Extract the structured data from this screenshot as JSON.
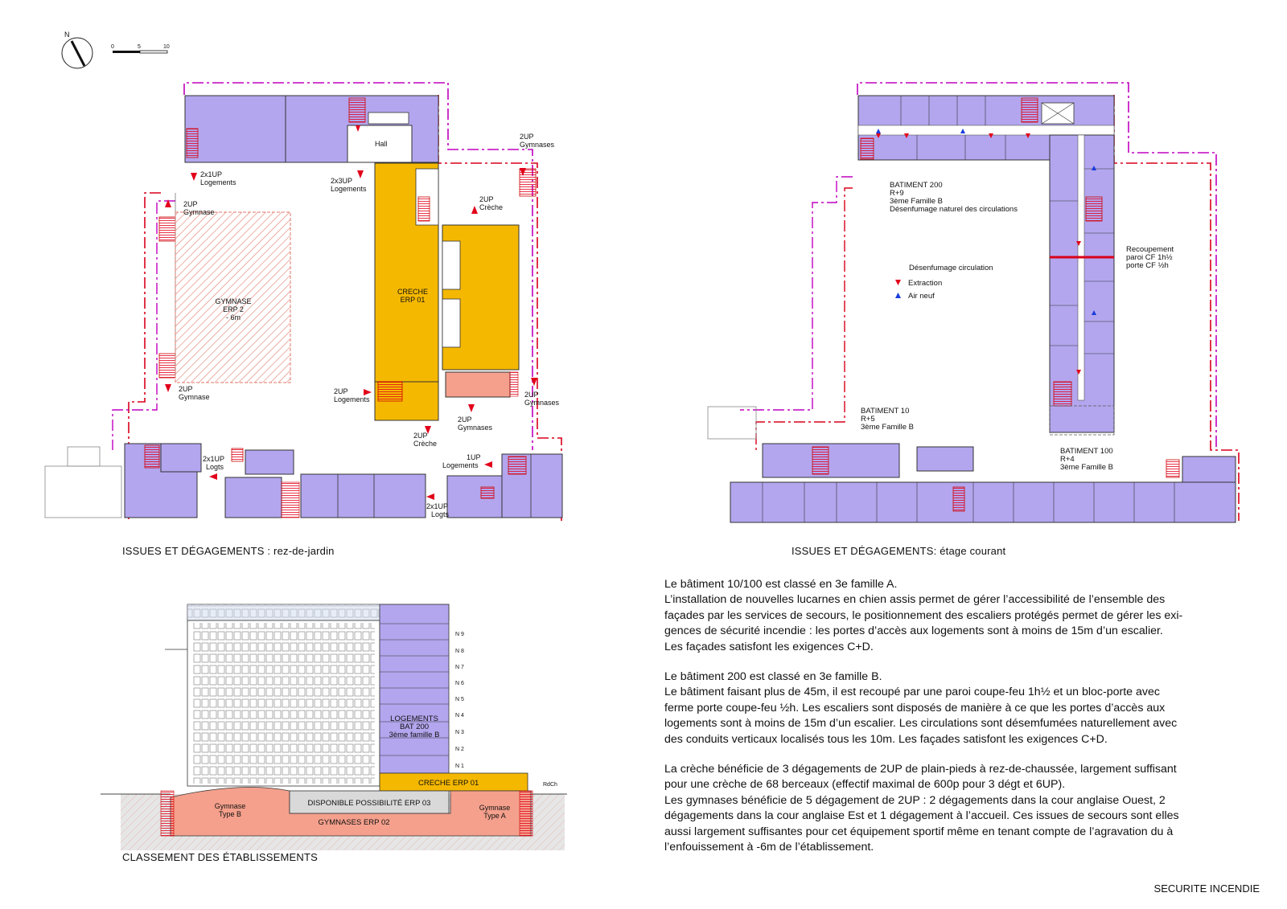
{
  "compass": {
    "north": "N"
  },
  "scale_bar": {
    "ticks": [
      "0",
      "5",
      "10"
    ]
  },
  "plan_left": {
    "labels": {
      "hall": "Hall",
      "exit_2x1up_logements": [
        "2x1UP",
        "Logements"
      ],
      "exit_2x3up_logements": [
        "2x3UP",
        "Logements"
      ],
      "exit_2up_gymnases_top": [
        "2UP",
        "Gymnases"
      ],
      "exit_2up_gymnase_w1": [
        "2UP",
        "Gymnase"
      ],
      "exit_2up_creche_top": [
        "2UP",
        "Crèche"
      ],
      "gymnase": [
        "GYMNASE",
        "ERP 2",
        "- 6m"
      ],
      "creche": [
        "CRECHE",
        "ERP 01"
      ],
      "exit_2up_gymnase_w2": [
        "2UP",
        "Gymnase"
      ],
      "exit_2up_logements": [
        "2UP",
        "Logements"
      ],
      "exit_2up_gymnases_e": [
        "2UP",
        "Gymnases"
      ],
      "exit_2up_gymnases_s": [
        "2UP",
        "Gymnases"
      ],
      "exit_2up_creche_bottom": [
        "2UP",
        "Crèche"
      ],
      "exit_2x1up_logts_w": [
        "2x1UP",
        "Logts"
      ],
      "exit_1up_logements": [
        "1UP",
        "Logements"
      ],
      "exit_2x1up_logts_s": [
        "2x1UP",
        "Logts"
      ]
    }
  },
  "plan_right": {
    "labels": {
      "bat200": [
        "BATIMENT 200",
        "R+9",
        "3ème Famille B",
        "Désenfumage naturel des circulations"
      ],
      "legend_title": "Désenfumage circulation",
      "legend_extraction": "Extraction",
      "legend_air": "Air neuf",
      "recoupement": [
        "Recoupement",
        "paroi CF 1h½",
        "porte CF ½h"
      ],
      "bat10": [
        "BATIMENT 10",
        "R+5",
        "3ème Famille B"
      ],
      "bat100": [
        "BATIMENT 100",
        "R+4",
        "3ème Famille B"
      ]
    }
  },
  "section": {
    "floors": [
      "N 9",
      "N 8",
      "N 7",
      "N 6",
      "N 5",
      "N 4",
      "N 3",
      "N 2",
      "N 1"
    ],
    "logements": [
      "LOGEMENTS",
      "BAT 200",
      "3ème famille B"
    ],
    "creche": "CRECHE   ERP 01",
    "rdch": "RdCh",
    "gymnase_b": [
      "Gymnase",
      "Type B"
    ],
    "disponible": "DISPONIBLE POSSIBILITÉ   ERP 03",
    "gymnase_a": [
      "Gymnase",
      "Type A"
    ],
    "gymnases": "GYMNASES   ERP 02"
  },
  "captions": {
    "plan_left": "ISSUES ET DÉGAGEMENTS : rez-de-jardin",
    "plan_right": "ISSUES ET DÉGAGEMENTS: étage courant",
    "section": "CLASSEMENT DES ÉTABLISSEMENTS"
  },
  "text": {
    "p1": [
      "Le bâtiment 10/100 est classé en 3e famille A.",
      "L’installation de nouvelles lucarnes en chien assis permet de gérer l’accessibilité de l’ensemble des",
      "façades par les services de secours, le positionnement des escaliers protégés permet de gérer les exi-",
      "gences de sécurité incendie : les portes d’accès aux logements sont à moins de 15m d’un escalier.",
      "Les façades satisfont les exigences C+D."
    ],
    "p2": [
      "Le bâtiment 200 est classé en 3e famille B.",
      "Le bâtiment faisant plus de 45m, il est recoupé par une paroi coupe-feu 1h½ et un bloc-porte avec",
      "ferme porte coupe-feu ½h. Les escaliers sont disposés de manière à ce que les portes d’accès aux",
      "logements sont à moins de 15m d’un escalier. Les circulations sont désemfumées naturellement avec",
      "des conduits verticaux localisés tous les 10m. Les façades satisfont les exigences C+D."
    ],
    "p3": [
      "La crèche bénéficie de 3 dégagements de 2UP de plain-pieds à rez-de-chaussée, largement suffisant",
      "pour une crèche de 68 berceaux (effectif maximal de 600p pour 3 dégt et 6UP).",
      "Les gymnases bénéficie de 5 dégagement de 2UP : 2 dégagements dans la cour anglaise Ouest, 2",
      "dégagements dans la cour anglaise Est et 1 dégagement à l’accueil. Ces issues de secours sont elles",
      "aussi largement suffisantes pour cet équipement sportif même en tenant compte de l’agravation du à",
      "l’enfouissement à -6m de l’établissement."
    ]
  },
  "footer": "SECURITE INCENDIE",
  "colors": {
    "housing": "#b3a6ee",
    "creche": "#f5b800",
    "gym": "#f4a08c",
    "exit_arrow": "#e2001a",
    "boundary": "#c000c0",
    "fire_line": "#d8001a"
  }
}
